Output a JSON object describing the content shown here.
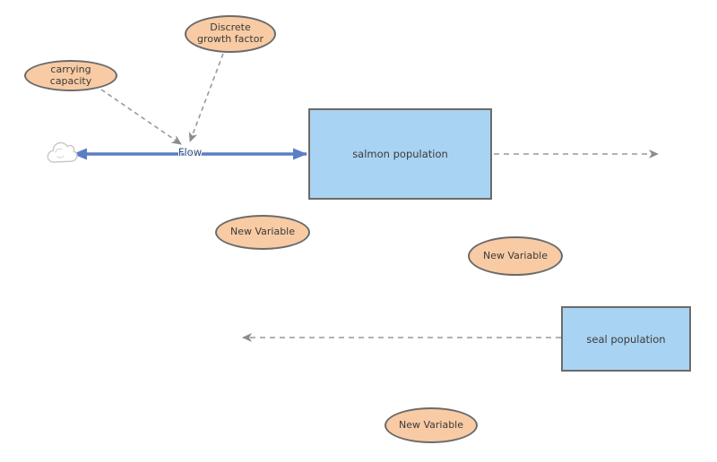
{
  "diagram": {
    "type": "stock-and-flow-model",
    "background_color": "#ffffff",
    "colors": {
      "variable_fill": "#f8cba4",
      "variable_stroke": "#6b6b6b",
      "stock_fill": "#a9d3f2",
      "stock_stroke": "#6b6b6b",
      "flow_arrow": "#5b7ec5",
      "flow_label_text": "#2b4c7e",
      "link_dash": "#999999",
      "node_text": "#3a3a3a",
      "cloud_stroke": "#c8c8c8"
    },
    "stocks": [
      {
        "label": "salmon population"
      },
      {
        "label": "seal population"
      }
    ],
    "variables": [
      {
        "label": "carrying capacity"
      },
      {
        "label": "Discrete growth factor"
      },
      {
        "label": "New Variable"
      },
      {
        "label": "New Variable"
      },
      {
        "label": "New Variable"
      }
    ],
    "flows": [
      {
        "label": "Flow",
        "from": "cloud",
        "to": "salmon population",
        "style": "solid-blue-double-arrow"
      }
    ],
    "links": [
      {
        "from": "carrying capacity",
        "to": "Flow",
        "style": "dashed"
      },
      {
        "from": "Discrete growth factor",
        "to": "Flow",
        "style": "dashed"
      },
      {
        "from": "salmon population",
        "to": "",
        "style": "dashed",
        "direction": "right"
      },
      {
        "from": "seal population",
        "to": "",
        "style": "dashed",
        "direction": "left"
      }
    ],
    "icons": [
      {
        "name": "cloud-icon",
        "meaning": "flow source/sink"
      }
    ]
  }
}
